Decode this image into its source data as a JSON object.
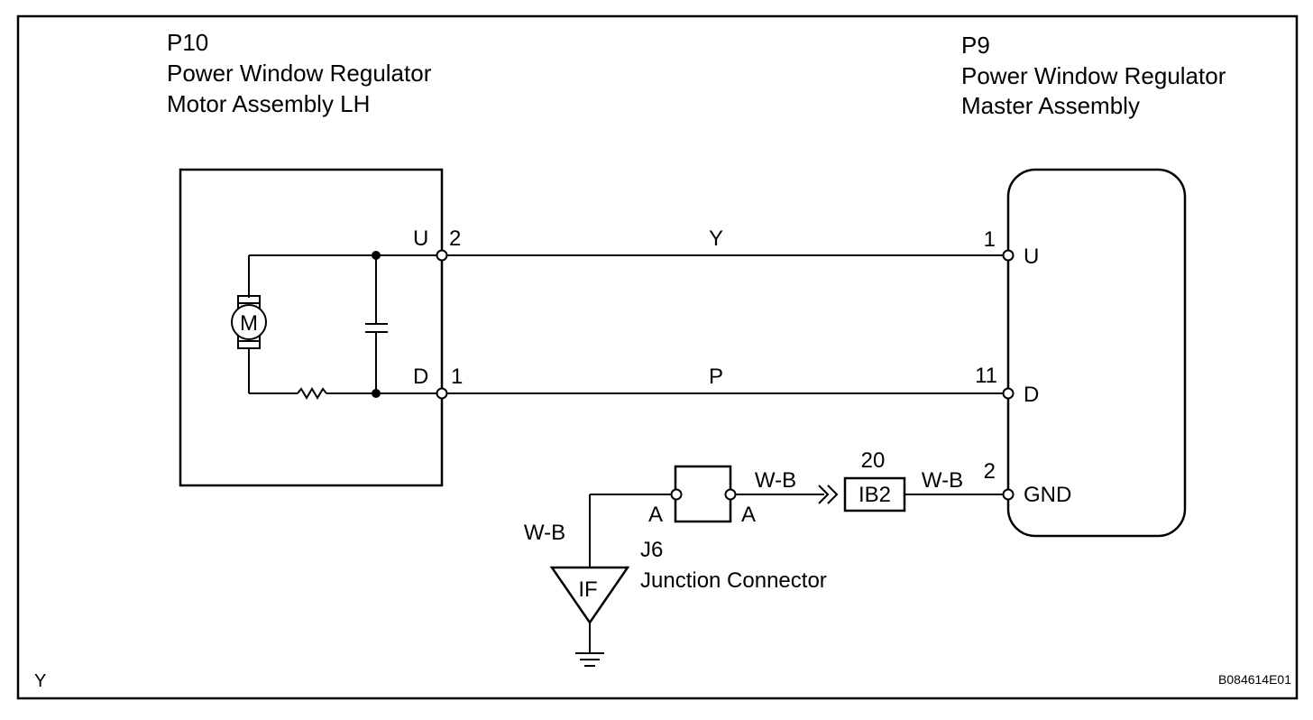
{
  "corner_mark": "Y",
  "figure_id": "B084614E01",
  "left_component": {
    "code": "P10",
    "name_line1": "Power Window Regulator",
    "name_line2": "Motor Assembly LH",
    "motor_symbol": "M",
    "pin_u_name": "U",
    "pin_u_num": "2",
    "pin_d_name": "D",
    "pin_d_num": "1"
  },
  "right_component": {
    "code": "P9",
    "name_line1": "Power Window Regulator",
    "name_line2": "Master Assembly",
    "pin_u_num": "1",
    "pin_u_name": "U",
    "pin_d_num": "11",
    "pin_d_name": "D",
    "pin_gnd_num": "2",
    "pin_gnd_name": "GND"
  },
  "wires": {
    "u_color": "Y",
    "d_color": "P",
    "ground_left": "W-B",
    "ground_mid": "W-B",
    "ground_right": "W-B"
  },
  "junction": {
    "code": "J6",
    "name": "Junction Connector",
    "pin_left": "A",
    "pin_right": "A"
  },
  "connector_ib2": {
    "pin": "20",
    "code": "IB2"
  },
  "ground_point": {
    "code": "IF"
  }
}
